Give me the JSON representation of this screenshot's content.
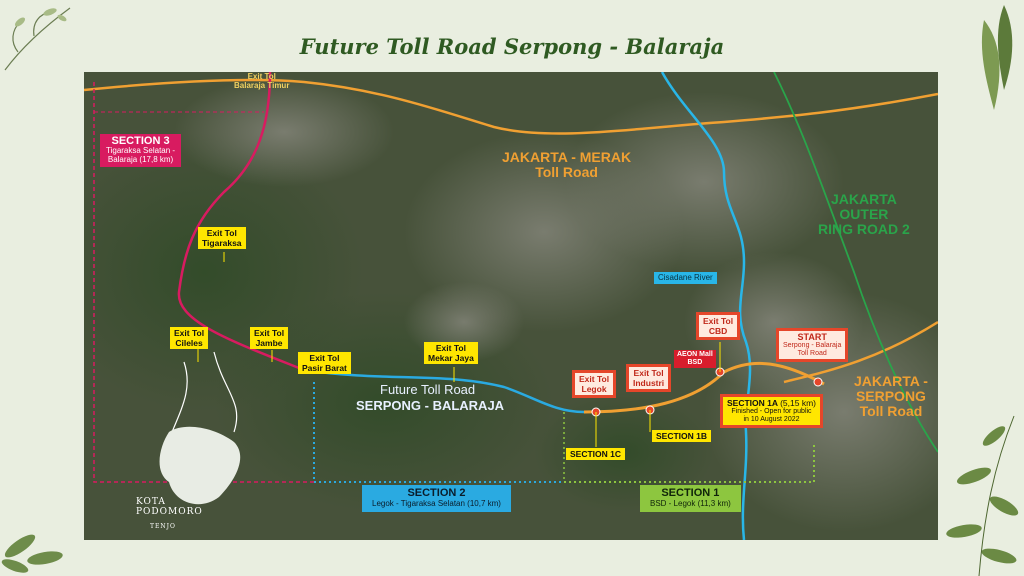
{
  "title": "Future Toll Road Serpong - Balaraja",
  "colors": {
    "section1": "#8dc63f",
    "section2": "#2aaae1",
    "section3": "#d81b60",
    "toll_jakarta_merak": "#f0a032",
    "outer_ring_road": "#2aa44a",
    "river": "#29b6e8",
    "exit_label": "#ffe600"
  },
  "map_labels": {
    "exit_balaraja_timur": "Exit Tol\nBalaraja Timur",
    "jakarta_merak": "JAKARTA - MERAK\nToll Road",
    "jorr2": "JAKARTA\nOUTER\nRING ROAD 2",
    "cisadane_river": "Cisadane River",
    "future_toll_road_line1": "Future Toll Road",
    "future_toll_road_line2": "SERPONG - BALARAJA",
    "jakarta_serpong": "JAKARTA -\nSERPONG\nToll Road",
    "kota_podomoro": "KOTA\nPODOMORO",
    "tenjo": "TENJO"
  },
  "sections": {
    "section3": {
      "title": "SECTION 3",
      "desc": "Tigaraksa Selatan -\nBalaraja (17,8 km)"
    },
    "section2": {
      "title": "SECTION 2",
      "desc": "Legok - Tigaraksa Selatan (10,7 km)"
    },
    "section1": {
      "title": "SECTION 1",
      "desc": "BSD - Legok (11,3 km)"
    },
    "section1a": {
      "title": "SECTION 1A",
      "km": "(5,15 km)",
      "desc": "Finished - Open for public\nin 10 August 2022"
    },
    "section1b": "SECTION 1B",
    "section1c": "SECTION 1C"
  },
  "exits": {
    "tigaraksa": "Exit Tol\nTigaraksa",
    "cileles": "Exit Tol\nCileles",
    "jambe": "Exit Tol\nJambe",
    "pasir_barat": "Exit Tol\nPasir Barat",
    "mekar_jaya": "Exit Tol\nMekar Jaya",
    "legok": "Exit Tol\nLegok",
    "industri": "Exit Tol\nIndustri",
    "cbd": "Exit Tol\nCBD",
    "start_title": "START",
    "start_desc": "Serpong - Balaraja\nToll Road",
    "aeon_mall": "AEON Mall\nBSD"
  }
}
